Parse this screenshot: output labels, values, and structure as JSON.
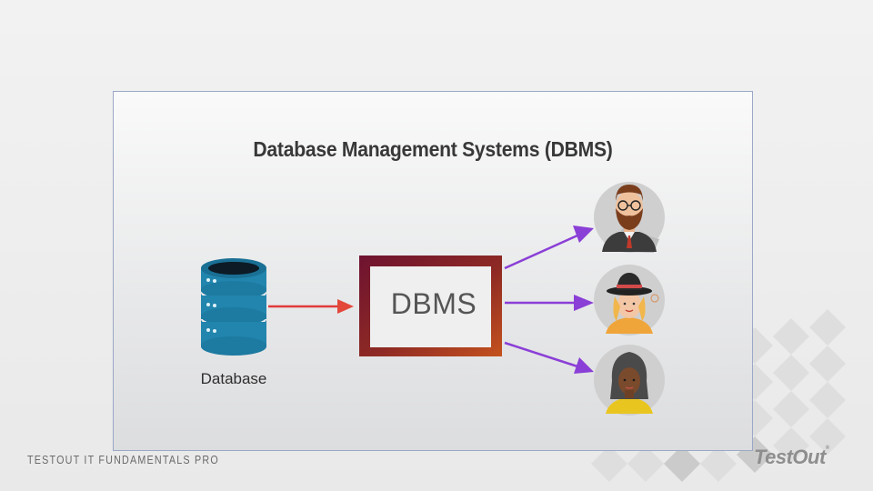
{
  "slide": {
    "title": "Database Management Systems (DBMS)",
    "database_label": "Database",
    "dbms_label": "DBMS"
  },
  "users": [
    {
      "icon": "bearded-man-avatar-icon"
    },
    {
      "icon": "woman-with-hat-avatar-icon"
    },
    {
      "icon": "woman-avatar-icon"
    }
  ],
  "footer": {
    "course": "TESTOUT IT FUNDAMENTALS PRO",
    "logo": "TestOut"
  },
  "colors": {
    "database": "#1f7fa6",
    "dbms_frame": "#8a1c2c",
    "arrow_in": "#e03b3b",
    "arrow_out": "#8a3fd6",
    "avatar_bg": "#cfcfcf"
  }
}
